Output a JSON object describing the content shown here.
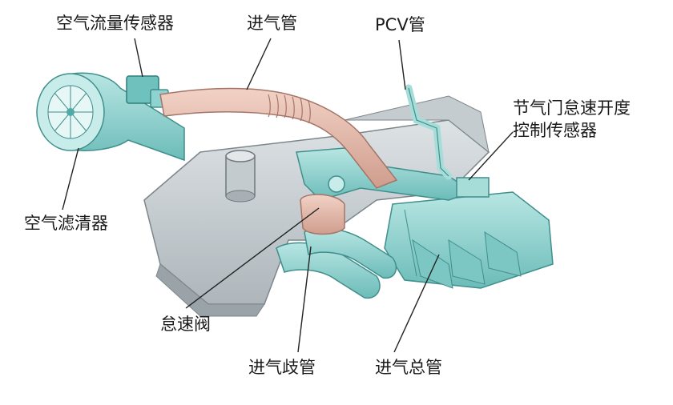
{
  "labels": {
    "maf_sensor": "空气流量传感器",
    "intake_pipe": "进气管",
    "pcv_pipe": "PCV管",
    "throttle_sensor_line1": "节气门怠速开度",
    "throttle_sensor_line2": "控制传感器",
    "air_filter": "空气滤清器",
    "idle_valve": "怠速阀",
    "intake_branch": "进气歧管",
    "intake_plenum": "进气总管"
  },
  "colors": {
    "engine_body": "#c9d0d4",
    "engine_shadow": "#9aa3a8",
    "teal_part": "#8fd3d0",
    "teal_dark": "#4fa9a6",
    "hose_pink": "#e6b8a8",
    "hose_dark": "#c08f80",
    "leader_line": "#222222"
  }
}
